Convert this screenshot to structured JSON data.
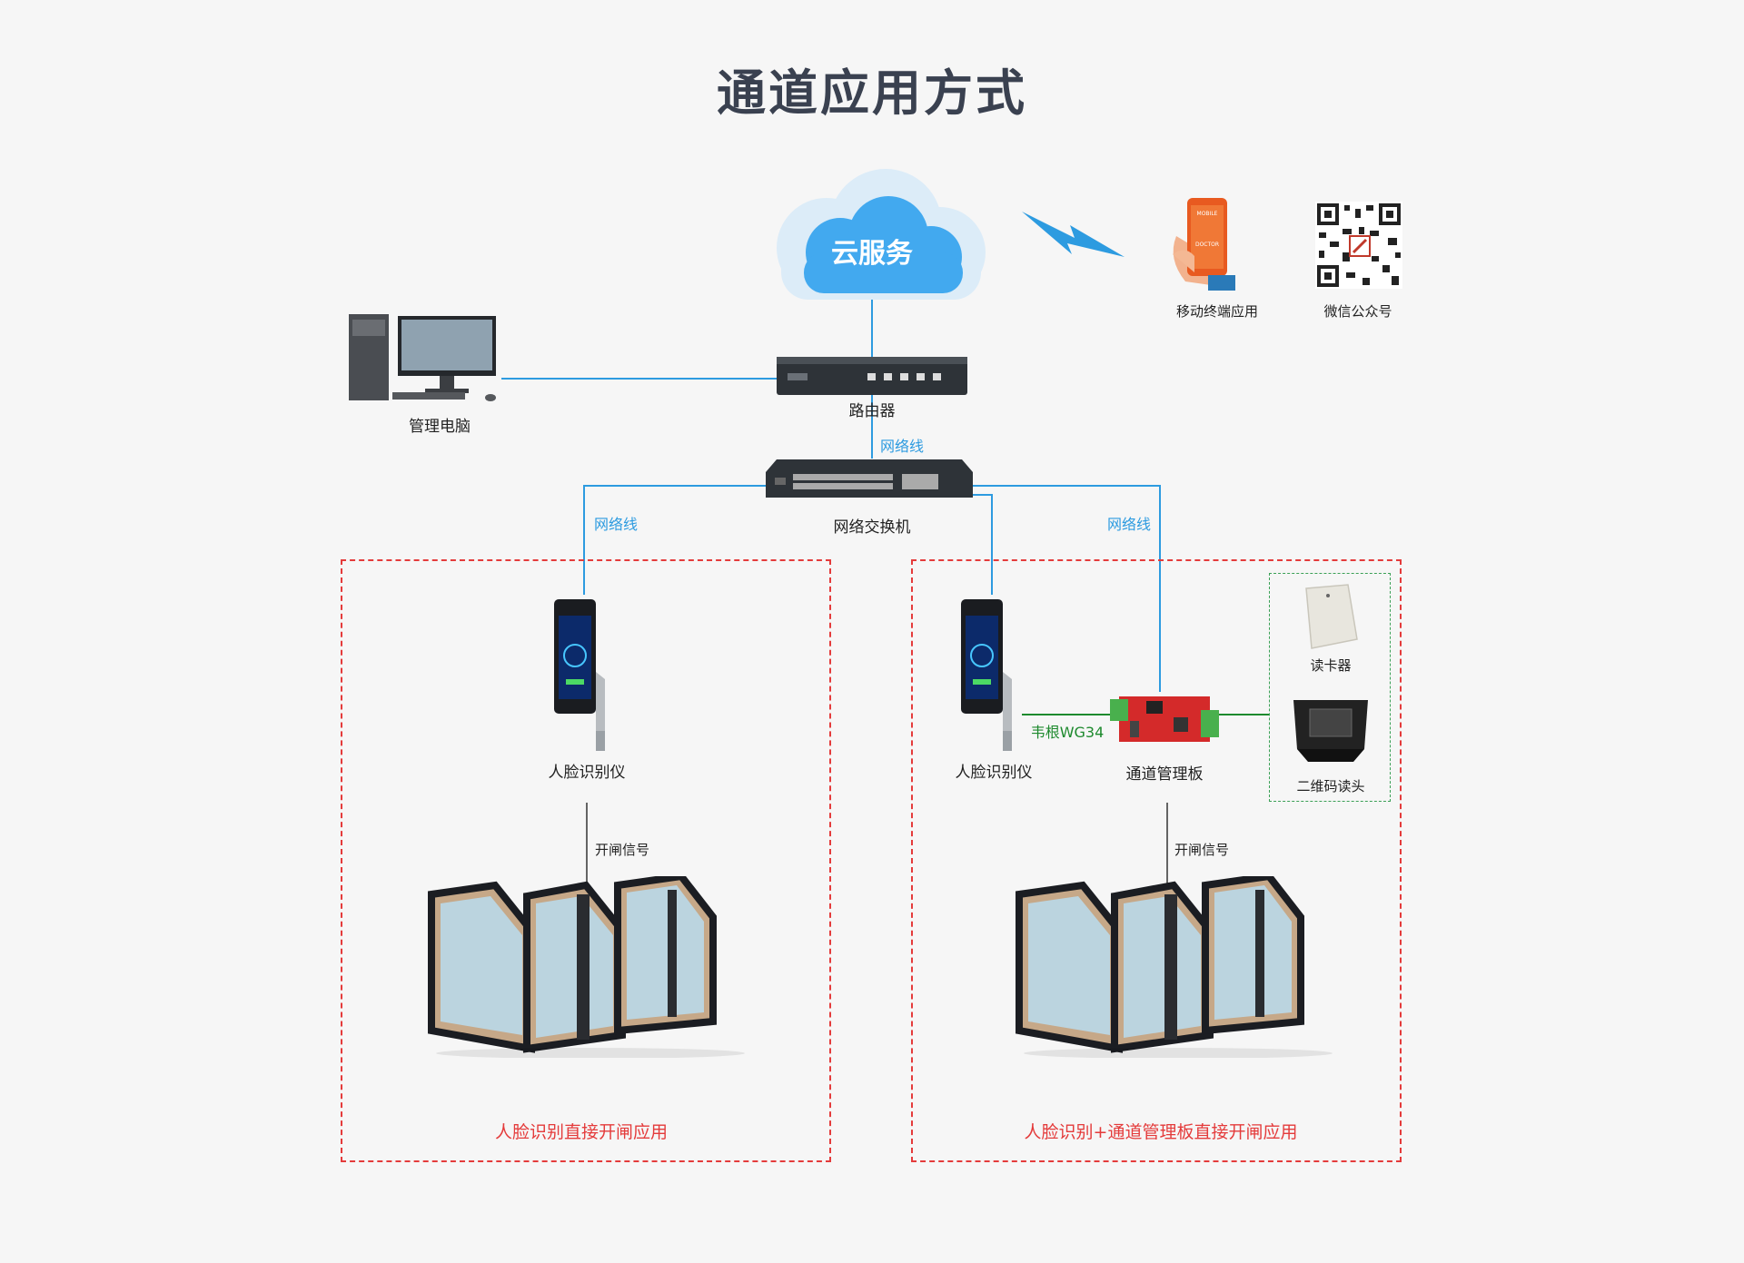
{
  "title": "通道应用方式",
  "cloud": {
    "label": "云服务"
  },
  "mobile": {
    "label": "移动终端应用",
    "screen_line1": "MOBILE",
    "screen_line2": "DOCTOR"
  },
  "wechat": {
    "label": "微信公众号"
  },
  "pc": {
    "label": "管理电脑"
  },
  "router": {
    "label": "路由器"
  },
  "switch": {
    "label": "网络交换机"
  },
  "cables": {
    "router_switch": "网络线",
    "left": "网络线",
    "right": "网络线"
  },
  "left_zone": {
    "device_label": "人脸识别仪",
    "signal": "开闸信号",
    "caption": "人脸识别直接开闸应用"
  },
  "right_zone": {
    "device_label": "人脸识别仪",
    "wg_label": "韦根WG34",
    "board_label": "通道管理板",
    "signal": "开闸信号",
    "card_reader": "读卡器",
    "qr_reader": "二维码读头",
    "caption": "人脸识别+通道管理板直接开闸应用"
  },
  "colors": {
    "cable": "#2d9be0",
    "wiegand": "#1e8a2e",
    "zone": "#e43b3b",
    "cloud": "#42a9ef"
  }
}
